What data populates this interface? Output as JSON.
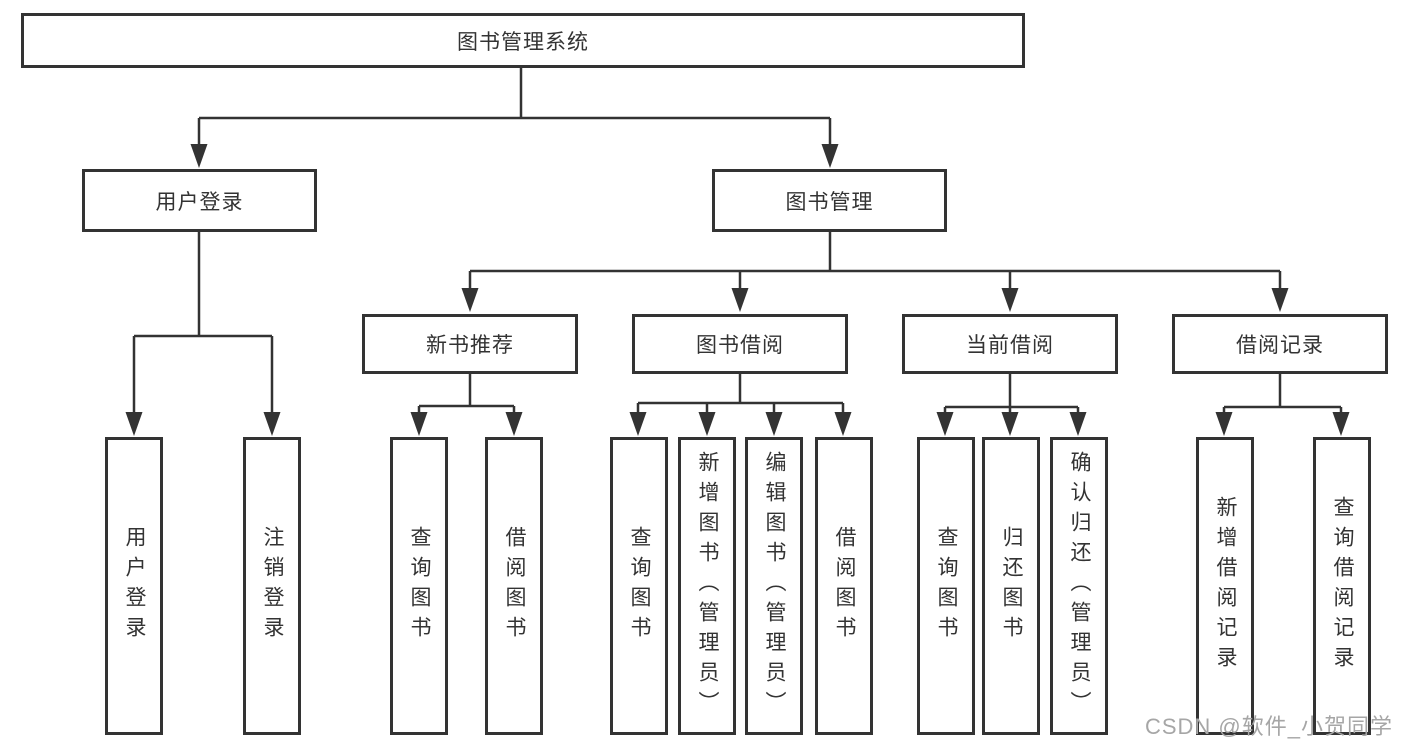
{
  "watermark": "CSDN @软件_小贺同学",
  "colors": {
    "line": "#333333",
    "text": "#333333",
    "watermark": "#a6a6a6",
    "background": "#ffffff"
  },
  "tree": {
    "root": {
      "label": "图书管理系统"
    },
    "login": {
      "label": "用户登录",
      "children": [
        {
          "label": "用户登录"
        },
        {
          "label": "注销登录"
        }
      ]
    },
    "mgmt": {
      "label": "图书管理"
    },
    "rec": {
      "label": "新书推荐",
      "children": [
        {
          "label": "查询图书"
        },
        {
          "label": "借阅图书"
        }
      ]
    },
    "borrow": {
      "label": "图书借阅",
      "children": [
        {
          "label": "查询图书"
        },
        {
          "label": "新增图书（管理员）"
        },
        {
          "label": "编辑图书（管理员）"
        },
        {
          "label": "借阅图书"
        }
      ]
    },
    "current": {
      "label": "当前借阅",
      "children": [
        {
          "label": "查询图书"
        },
        {
          "label": "归还图书"
        },
        {
          "label": "确认归还（管理员）"
        }
      ]
    },
    "records": {
      "label": "借阅记录",
      "children": [
        {
          "label": "新增借阅记录"
        },
        {
          "label": "查询借阅记录"
        }
      ]
    }
  }
}
